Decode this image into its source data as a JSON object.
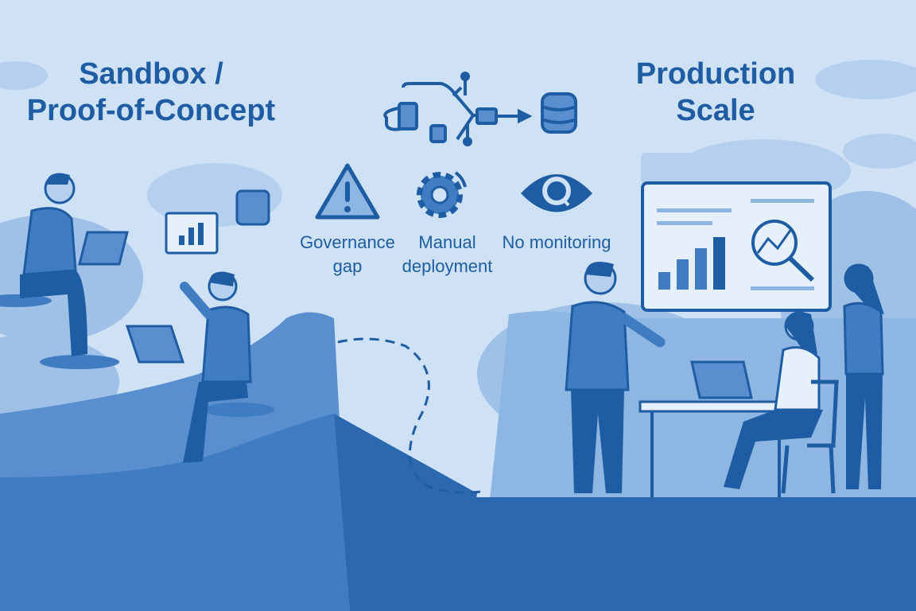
{
  "left_title": {
    "line1": "Sandbox /",
    "line2": "Proof-of-Concept"
  },
  "right_title": {
    "line1": "Production",
    "line2": "Scale"
  },
  "challenges": [
    {
      "icon": "warning-triangle-icon",
      "line1": "Governance",
      "line2": "gap"
    },
    {
      "icon": "gear-icon",
      "line1": "Manual",
      "line2": "deployment"
    },
    {
      "icon": "eye-search-icon",
      "line1": "No monitoring",
      "line2": ""
    }
  ],
  "colors": {
    "background": "#cfe2f5",
    "dark": "#1e5ca3",
    "mid": "#3f7cc2",
    "light": "#8db6e2"
  }
}
